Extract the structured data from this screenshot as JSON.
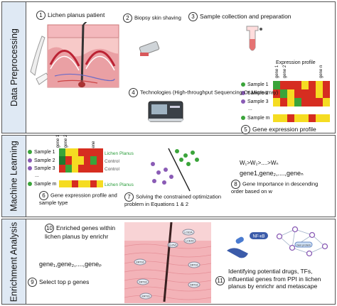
{
  "panels": {
    "p1": "Data Preprocessing",
    "p2": "Machine Learning",
    "p3": "Enrichment Analysis"
  },
  "steps": {
    "s1": {
      "num": "1",
      "label": "Lichen planus patient"
    },
    "s2": {
      "num": "2",
      "label": "Biopsy skin shaving"
    },
    "s3": {
      "num": "3",
      "label": "Sample collection and preparation"
    },
    "s4": {
      "num": "4",
      "label": "Technologies (High-throughput Sequencing Or Microarray)"
    },
    "s5": {
      "num": "5",
      "label": "Gene expression profile"
    },
    "s6": {
      "num": "6",
      "label": "Gene expression profile and sample type"
    },
    "s7": {
      "num": "7",
      "label": "Solving the constrained optimization problem in Equations 1 & 2"
    },
    "s8": {
      "num": "8",
      "label": "Gene Importance in descending order based on w"
    },
    "s9": {
      "num": "9",
      "label": "Select top p genes"
    },
    "s10": {
      "num": "10",
      "label": "Enriched genes within lichen planus by enrichr"
    },
    "s11": {
      "num": "11",
      "label": "Identifying potential drugs, TFs, influential genes from PPI in lichen planus by enrichr and metascape"
    }
  },
  "expression_profile": {
    "title": "Expression profile",
    "genes": [
      "gene 1",
      "gene 2",
      "gene n"
    ],
    "samples": [
      "Sample 1",
      "Sample 2",
      "Sample 3",
      "...",
      "Sample m"
    ]
  },
  "ml": {
    "genes": [
      "gene 1",
      "gene 2",
      "gene n"
    ],
    "samples": [
      "Sample 1",
      "Sample 2",
      "Sample 3",
      "...",
      "Sample m"
    ],
    "types": [
      "Lichen Planus",
      "Control",
      "Control",
      "",
      "Lichen Planus"
    ],
    "weights": "W₁>W₂>....>Wₙ",
    "ranked": "gene1,gene₂,....,geneₙ"
  },
  "enrichment": {
    "top_genes": "gene₁,gene₂,....,geneₚ",
    "tissue_labels": [
      "LCE2A",
      "LCE2D",
      "KRT16",
      "KRT16",
      "KRT16",
      "KRT16",
      "KRT16",
      "ELOVL"
    ],
    "network_label": "NF-κB",
    "network_node": "Gen protein"
  },
  "colors": {
    "heat_red": "#d62d20",
    "heat_orange": "#f28a1c",
    "heat_yellow": "#f5dc22",
    "heat_green": "#3aa43a",
    "dark_green": "#1f7a2e",
    "lichen": "#3aa43a",
    "control": "#8a5bb5"
  }
}
